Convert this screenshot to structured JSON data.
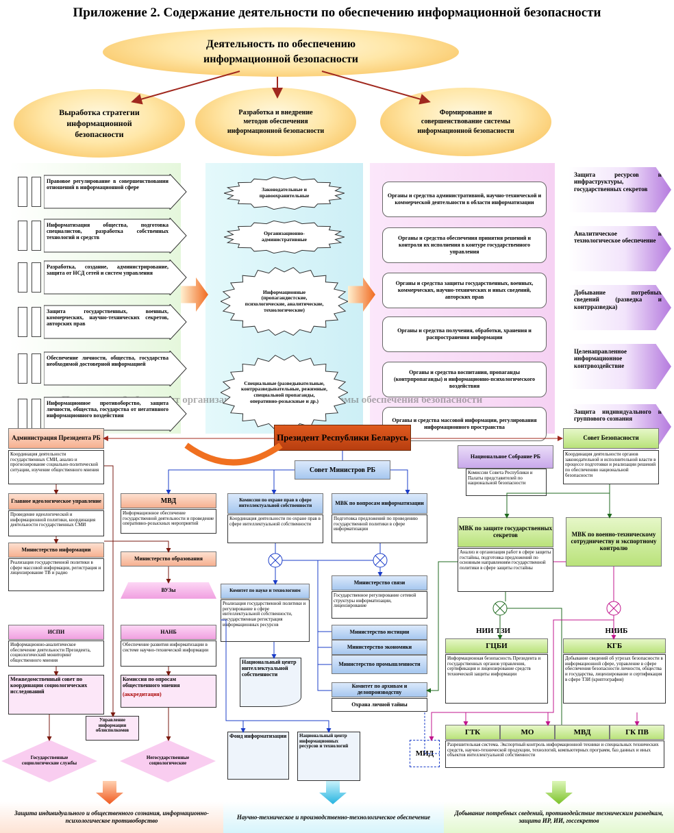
{
  "title": "Приложение 2. Содержание деятельности по обеспечению информационной безопасности",
  "top_oval": "Деятельность по обеспечению информационной безопасности",
  "ovals": [
    "Выработка стратегии информационной безопасности",
    "Разработка и внедрение методов обеспечения информационной безопасности",
    "Формирование и совершенствование системы информационной безопасности"
  ],
  "left_items": [
    "Правовое регулирование в совершенствовании отношений в информационной сфере",
    "Информатизация общества, подготовка специалистов, разработка собственных технологий и средств",
    "Разработка, создание, администрирование, защита от НСД сетей и систем управления",
    "Защита государственных, военных, коммерческих, научно-технических секретов, авторских прав",
    "Обеспечение личности, общества, государства необходимой достоверной информацией",
    "Информационное противоборство, защита личности, общества, государства от негативного информационного воздействия"
  ],
  "middle_items": [
    "Законодательные и правоохранительные",
    "Организационно-административные",
    "Информационные (пропагандистские, психологические, аналитические, технологические)",
    "Специальные (разведывательные, контрразведывательные, режимные, специальной пропаганды, оперативно-розыскные и др.)"
  ],
  "right_items": [
    "Органы и средства административной, научно-технической и коммерческой деятельности в области информатизации",
    "Органы и средства обеспечения принятия решений и контроля их исполнения в контуре государственного управления",
    "Органы и средства защиты государственных, военных, коммерческих, научно-технических и иных сведений, авторских прав",
    "Органы и средства получения, обработки, хранения и распространения информации",
    "Органы и средства воспитания, пропаганды (контрпропаганды) и информационно-психологического воздействия",
    "Органы и средства массовой информации, регулирования информационного пространства"
  ],
  "far_right_items": [
    "Защита ресурсов и инфраструктуры, государственных секретов",
    "Аналитическое и технологическое обеспечение",
    "Добывание потребных сведений (разведка и контрразведка)",
    "Целенаправленное информационное контрвоздействие",
    "Защита индивидуального и группового сознания"
  ],
  "overlap_title": "Приложение 3. Фрагмент организационной структуры системы обеспечения безопасности",
  "struct": {
    "admin_pres": "Администрация Президента РБ",
    "admin_pres_text": "Координация деятельности государственных СМИ, анализ и прогнозирование социально-политической ситуации, изучение общественного мнения",
    "president": "Президент Республики Беларусь",
    "sovbez": "Совет Безопасности",
    "sovbez_text": "Координация деятельности органов законодательной и исполнительной власти в процессе подготовки и реализации решений по обеспечению национальной безопасности",
    "glavnoe": "Главное идеологическое управление",
    "glavnoe_text": "Проведение идеологической и информационной политики, координация деятельности государственных СМИ",
    "mininform": "Министерство информации",
    "mininform_text": "Реализация государственной политики в сфере массовой информации, регистрация и лицензирование ТВ и радио",
    "sovmin": "Совет Министров РБ",
    "mvd": "МВД",
    "mvd_text": "Информационное обеспечение государственной деятельности и проведение оперативно-розыскных мероприятий",
    "komis_prava": "Комиссия по охране прав в сфере интеллектуальной собственности",
    "komis_prava_text": "Координация деятельности по охране прав в сфере интеллектуальной собственности",
    "mvk_inform": "МВК по вопросам информатизации",
    "mvk_inform_text": "Подготовка предложений по проведению государственной политики в сфере информатизации",
    "minobr": "Министерство образования",
    "vuzy": "ВУЗы",
    "komitet_nauka": "Комитет по науке и технологиям",
    "komitet_nauka_text": "Реализация государственной политики и регулирование в сфере интеллектуальной собственности, государственная регистрация информационных ресурсов",
    "minsvyazi": "Министерство связи",
    "minsvyazi_text": "Государственное регулирование сетевой структуры информатизации, лицензирование",
    "minyust": "Министерство юстиции",
    "minekon": "Министерство экономики",
    "minpromysh": "Министерство промышленности",
    "komarhiv": "Комитет по архивам и делопроизводству",
    "ohrana": "Охрана личной тайны",
    "natsentr_intel": "Национальный центр интеллектуальной собственности",
    "fond": "Фонд информатизации",
    "natsentr_res": "Национальный центр информационных ресурсов и технологий",
    "ispi": "ИСПИ",
    "ispi_text": "Информационно-аналитическое обеспечение деятельности Президента, социологический мониторинг общественного мнения",
    "mezhved": "Межведомственный совет по координации социологических исследований",
    "nanb": "НАНБ",
    "nanb_text": "Обеспечение развития информатизации в системе научно-технической информации",
    "komis_oprosy": "Комиссия по опросам общественного мнения",
    "akkreditatsiya": "(аккредитация)",
    "upravlenie": "Управление информации облисполкомов",
    "gos_soc": "Государственные социологические службы",
    "negos_soc": "Негосударственные социологические",
    "nats_sobranie": "Национальное Собрание РБ",
    "nats_sobranie_text": "Комиссии Совета Республики и Палаты представителей по национальной безопасности",
    "mvk_gostayna": "МВК по защите государственных секретов",
    "mvk_gostayna_text": "Анализ и организация работ в сфере защиты гостайны, подготовка предложений по основным направлениям государственной политики в сфере защиты гостайны",
    "mvk_vts": "МВК по военно-техническому сотрудничеству и экспортному контролю",
    "nii_tzi": "НИИ ТЗИ",
    "gtsbi": "ГЦБИ",
    "gtsbi_text": "Информационная безопасность Президента и государственных органов управления, сертификация и лицензирование средств технической защиты информации",
    "nii_b": "НИИБ",
    "kgb": "КГБ",
    "kgb_text": "Добывание сведений об угрозах безопасности в информационной сфере, управление в сфере обеспечения безопасности личности, общества и государства, лицензирование и сертификация в сфере ТЗИ (криптография)",
    "gtk": "ГТК",
    "mo": "МО",
    "mvd2": "МВД",
    "gkpv": "ГК ПВ",
    "mid": "МИД",
    "razresh_text": "Разрешительная система. Экспортный контроль информационной техники и специальных технических средств, научно-технической продукции, технологий, компьютерных программ, баз данных и иных объектов интеллектуальной собственности"
  },
  "bottom": [
    "Защита индивидуального и общественного сознания, информационно-психологическое противоборство",
    "Научно-техническое и производственно-технологическое обеспечение",
    "Добывание потребных сведений, противодействие техническим разведкам, защита ИР, ИИ, госсекретов"
  ],
  "colors": {
    "arrow_red": "#a0281e",
    "line_blue": "#1a3cc8",
    "line_green": "#1f6a1f",
    "line_magenta": "#c0148c",
    "line_brown": "#7a1a10"
  }
}
